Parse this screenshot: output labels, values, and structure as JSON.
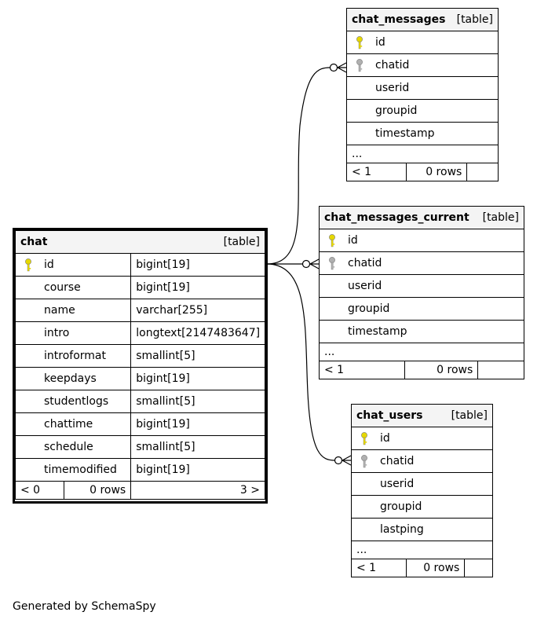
{
  "tables": {
    "chat": {
      "name": "chat",
      "tag": "[table]",
      "columns": [
        {
          "name": "id",
          "type": "bigint[19]",
          "key": "primary"
        },
        {
          "name": "course",
          "type": "bigint[19]",
          "key": "none"
        },
        {
          "name": "name",
          "type": "varchar[255]",
          "key": "none"
        },
        {
          "name": "intro",
          "type": "longtext[2147483647]",
          "key": "none"
        },
        {
          "name": "introformat",
          "type": "smallint[5]",
          "key": "none"
        },
        {
          "name": "keepdays",
          "type": "bigint[19]",
          "key": "none"
        },
        {
          "name": "studentlogs",
          "type": "smallint[5]",
          "key": "none"
        },
        {
          "name": "chattime",
          "type": "bigint[19]",
          "key": "none"
        },
        {
          "name": "schedule",
          "type": "smallint[5]",
          "key": "none"
        },
        {
          "name": "timemodified",
          "type": "bigint[19]",
          "key": "none"
        }
      ],
      "footer": {
        "parents": "< 0",
        "rows": "0 rows",
        "children": "3 >"
      }
    },
    "chat_messages": {
      "name": "chat_messages",
      "tag": "[table]",
      "columns": [
        {
          "name": "id",
          "key": "primary"
        },
        {
          "name": "chatid",
          "key": "foreign"
        },
        {
          "name": "userid",
          "key": "none"
        },
        {
          "name": "groupid",
          "key": "none"
        },
        {
          "name": "timestamp",
          "key": "none"
        }
      ],
      "ellipsis": "...",
      "footer": {
        "parents": "< 1",
        "rows": "0 rows",
        "children": ""
      }
    },
    "chat_messages_current": {
      "name": "chat_messages_current",
      "tag": "[table]",
      "columns": [
        {
          "name": "id",
          "key": "primary"
        },
        {
          "name": "chatid",
          "key": "foreign"
        },
        {
          "name": "userid",
          "key": "none"
        },
        {
          "name": "groupid",
          "key": "none"
        },
        {
          "name": "timestamp",
          "key": "none"
        }
      ],
      "ellipsis": "...",
      "footer": {
        "parents": "< 1",
        "rows": "0 rows",
        "children": ""
      }
    },
    "chat_users": {
      "name": "chat_users",
      "tag": "[table]",
      "columns": [
        {
          "name": "id",
          "key": "primary"
        },
        {
          "name": "chatid",
          "key": "foreign"
        },
        {
          "name": "userid",
          "key": "none"
        },
        {
          "name": "groupid",
          "key": "none"
        },
        {
          "name": "lastping",
          "key": "none"
        }
      ],
      "ellipsis": "...",
      "footer": {
        "parents": "< 1",
        "rows": "0 rows",
        "children": ""
      }
    }
  },
  "colors": {
    "primary_key": "#e6d800",
    "foreign_key": "#b0b0b0",
    "header_bg": "#f4f4f4"
  },
  "footer_text": "Generated by SchemaSpy"
}
